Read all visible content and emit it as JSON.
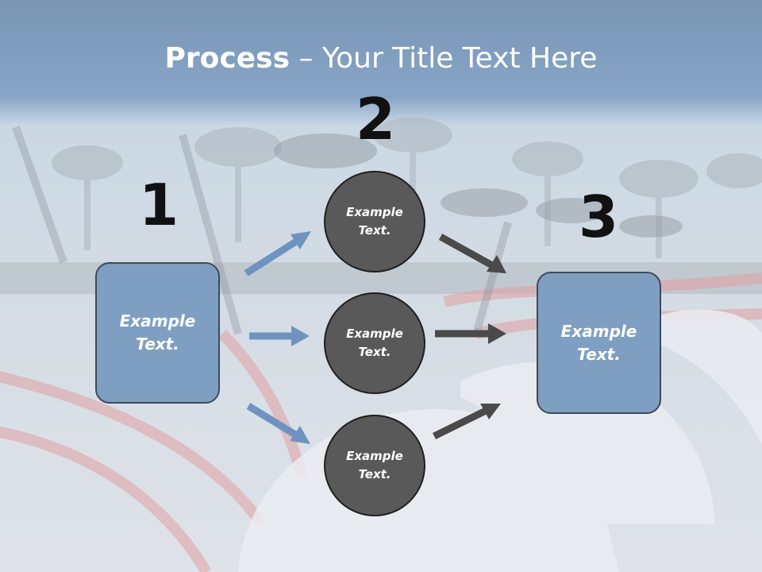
{
  "title": {
    "bold": "Process",
    "rest": " – Your Title Text Here"
  },
  "steps": [
    "1",
    "2",
    "3"
  ],
  "boxes": {
    "left": "Example Text.",
    "right": "Example Text."
  },
  "circles": [
    "Example Text.",
    "Example Text.",
    "Example Text."
  ],
  "colors": {
    "box_fill": "#7f9fc2",
    "circle_fill": "#595959",
    "arrow_blue": "#6f93c0",
    "arrow_gray": "#4a4a4a"
  }
}
